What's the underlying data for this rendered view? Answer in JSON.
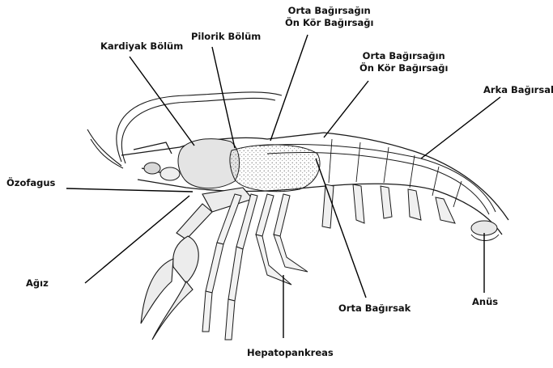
{
  "labels": {
    "kardiyak": "Kardiyak Bölüm",
    "pilorik": "Pilorik Bölüm",
    "orta_on_kor_1_line1": "Orta Bağırsağın",
    "orta_on_kor_1_line2": "Ön Kör Bağırsağı",
    "orta_on_kor_2_line1": "Orta Bağırsağın",
    "orta_on_kor_2_line2": "Ön Kör Bağırsağı",
    "arka_bagirsak": "Arka Bağırsak",
    "ozofagus": "Özofagus",
    "agiz": "Ağız",
    "orta_bagirsak": "Orta Bağırsak",
    "anus": "Anüs",
    "hepatopankreas": "Hepatopankreas"
  },
  "colors": {
    "ink": "#1a1a1a",
    "stipple": "#555555",
    "background": "#ffffff"
  }
}
